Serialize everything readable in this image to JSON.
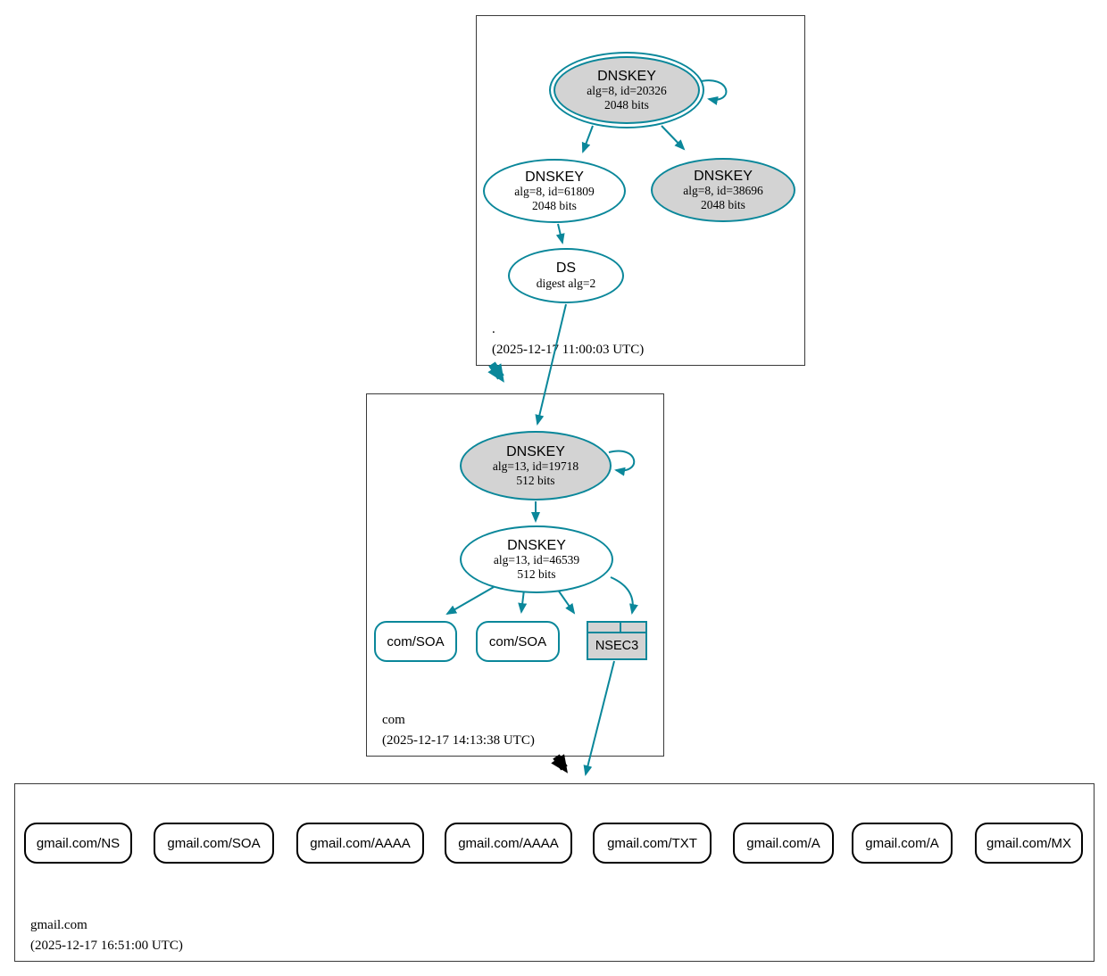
{
  "diagram": {
    "type": "dnssec-authentication-chain",
    "colors": {
      "secure_teal": "#0a879a",
      "insecure_black": "#000000",
      "key_fill_gray": "#d3d3d3",
      "plain_fill": "#ffffff"
    },
    "zones": {
      "root": {
        "label": ".",
        "timestamp": "(2025-12-17 11:00:03 UTC)",
        "nodes": {
          "ksk": {
            "title": "DNSKEY",
            "detail1": "alg=8, id=20326",
            "detail2": "2048 bits"
          },
          "zsk": {
            "title": "DNSKEY",
            "detail1": "alg=8, id=61809",
            "detail2": "2048 bits"
          },
          "key2": {
            "title": "DNSKEY",
            "detail1": "alg=8, id=38696",
            "detail2": "2048 bits"
          },
          "ds": {
            "title": "DS",
            "detail1": "digest alg=2"
          }
        }
      },
      "com": {
        "label": "com",
        "timestamp": "(2025-12-17 14:13:38 UTC)",
        "nodes": {
          "ksk": {
            "title": "DNSKEY",
            "detail1": "alg=13, id=19718",
            "detail2": "512 bits"
          },
          "zsk": {
            "title": "DNSKEY",
            "detail1": "alg=13, id=46539",
            "detail2": "512 bits"
          },
          "soa1": {
            "label": "com/SOA"
          },
          "soa2": {
            "label": "com/SOA"
          },
          "nsec3": {
            "label": "NSEC3"
          }
        }
      },
      "gmail": {
        "label": "gmail.com",
        "timestamp": "(2025-12-17 16:51:00 UTC)",
        "rrsets": [
          "gmail.com/NS",
          "gmail.com/SOA",
          "gmail.com/AAAA",
          "gmail.com/AAAA",
          "gmail.com/TXT",
          "gmail.com/A",
          "gmail.com/A",
          "gmail.com/MX"
        ]
      }
    }
  }
}
